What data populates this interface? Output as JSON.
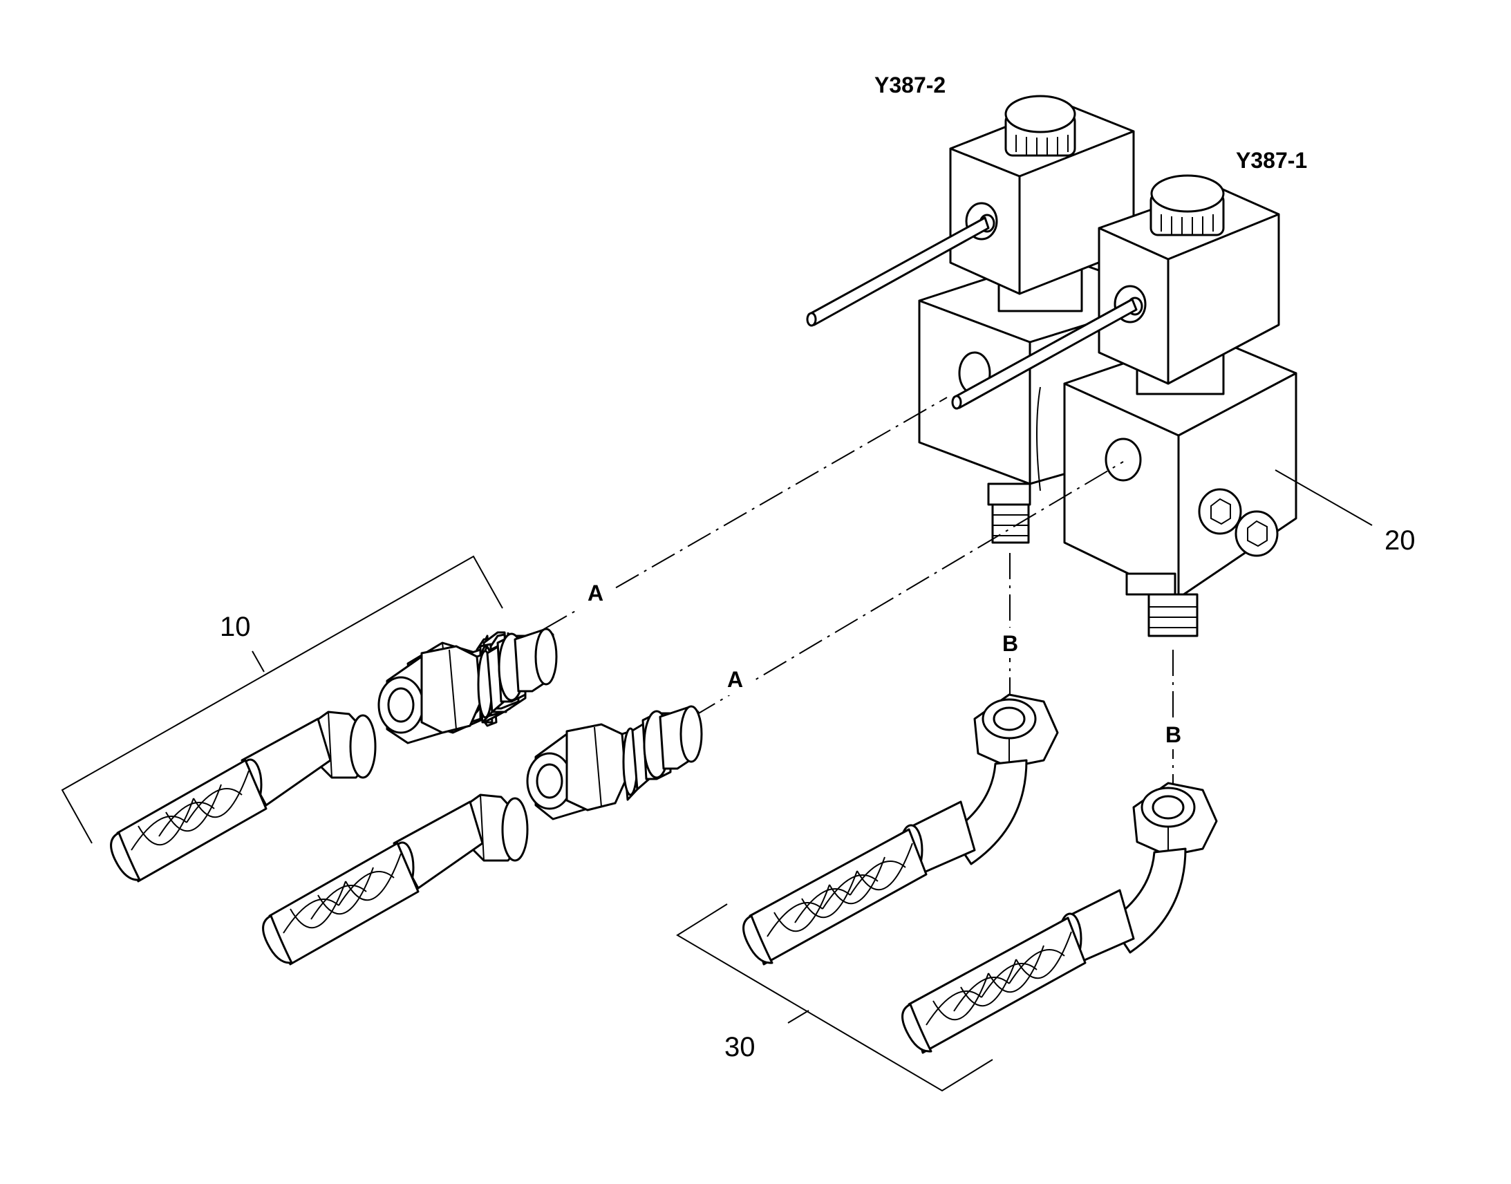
{
  "labels": {
    "coil_upper": "Y387-2",
    "coil_lower": "Y387-1",
    "item_hoses_left": "10",
    "item_valve_block": "20",
    "item_hoses_bottom": "30",
    "connection_a_upper": "A",
    "connection_a_lower": "A",
    "connection_b_left": "B",
    "connection_b_right": "B"
  },
  "colors": {
    "line": "#000000",
    "background": "#ffffff"
  }
}
